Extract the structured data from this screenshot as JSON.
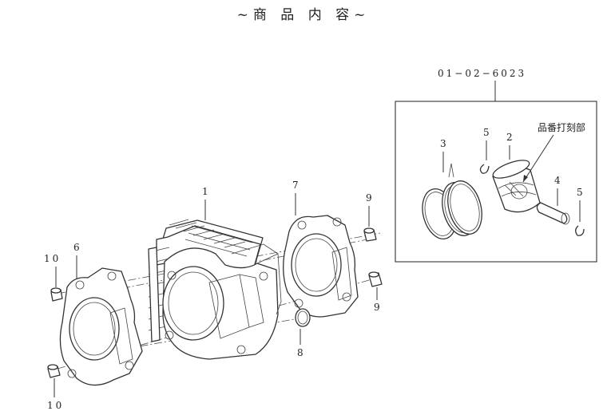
{
  "title": "~商 品 内 容~",
  "kit_box": {
    "part_code": "01−02−6023"
  },
  "callouts": {
    "p1": "1",
    "p2": "2",
    "p3": "3",
    "p4": "4",
    "p5_top": "5",
    "p5_right": "5",
    "p6": "6",
    "p7": "7",
    "p8": "8",
    "p9_top": "9",
    "p9_bottom": "9",
    "p10_top": "10",
    "p10_bottom": "10",
    "stamp_note": "品番打刻部"
  }
}
